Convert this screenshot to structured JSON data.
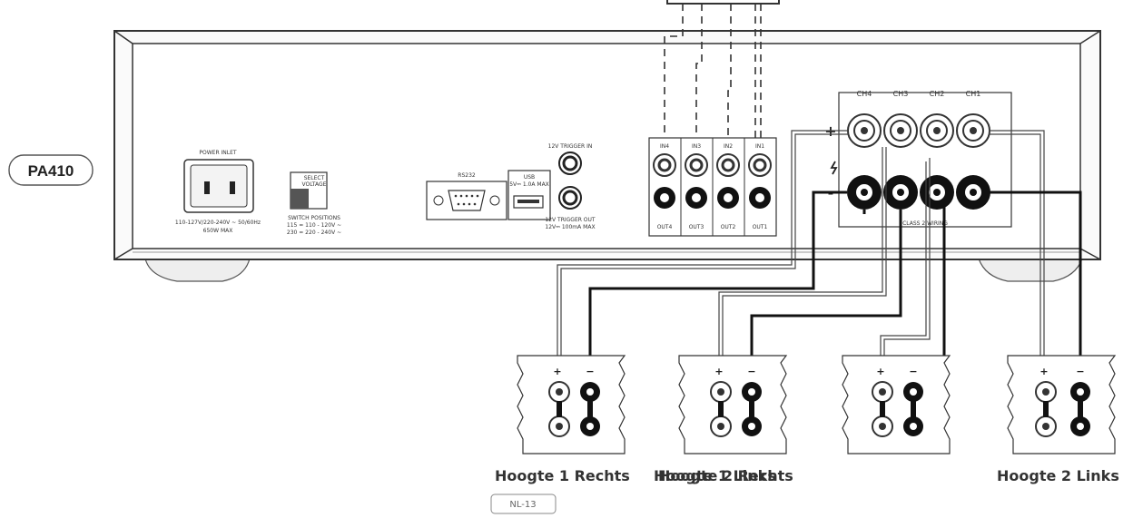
{
  "model_badge": "PA410",
  "power_inlet": {
    "title": "POWER INLET",
    "spec_line1": "110-127V/220-240V ~ 50/60Hz",
    "spec_line2": "650W MAX"
  },
  "voltage_switch": {
    "title_line1": "SELECT",
    "title_line2": "VOLTAGE",
    "caption_line1": "SWITCH POSITIONS",
    "caption_line2": "115 = 110 - 120V ~",
    "caption_line3": "230 = 220 - 240V ~"
  },
  "rs232_label": "RS232",
  "usb": {
    "label_line1": "USB",
    "label_line2": "5V⎓ 1.0A MAX"
  },
  "trigger": {
    "in_label": "12V TRIGGER IN",
    "out_label_line1": "12V TRIGGER OUT",
    "out_label_line2": "12V⎓ 100mA MAX"
  },
  "rca_inputs": [
    "IN4",
    "IN3",
    "IN2",
    "IN1"
  ],
  "rca_outputs": [
    "OUT4",
    "OUT3",
    "OUT2",
    "OUT1"
  ],
  "speaker_channels": [
    "CH4",
    "CH3",
    "CH2",
    "CH1"
  ],
  "terminal_signs": {
    "plus": "+",
    "minus": "-"
  },
  "class_label": "CLASS 2 WIRING",
  "speakers": [
    {
      "label": "Hoogte 1 Rechts"
    },
    {
      "label": "Hoogte 1 Links"
    },
    {
      "label": "Hoogte 2 Rechts"
    },
    {
      "label": "Hoogte 2 Links"
    }
  ],
  "speaker_terminal_signs": {
    "plus": "+",
    "minus": "−"
  },
  "page_number": "NL-13"
}
